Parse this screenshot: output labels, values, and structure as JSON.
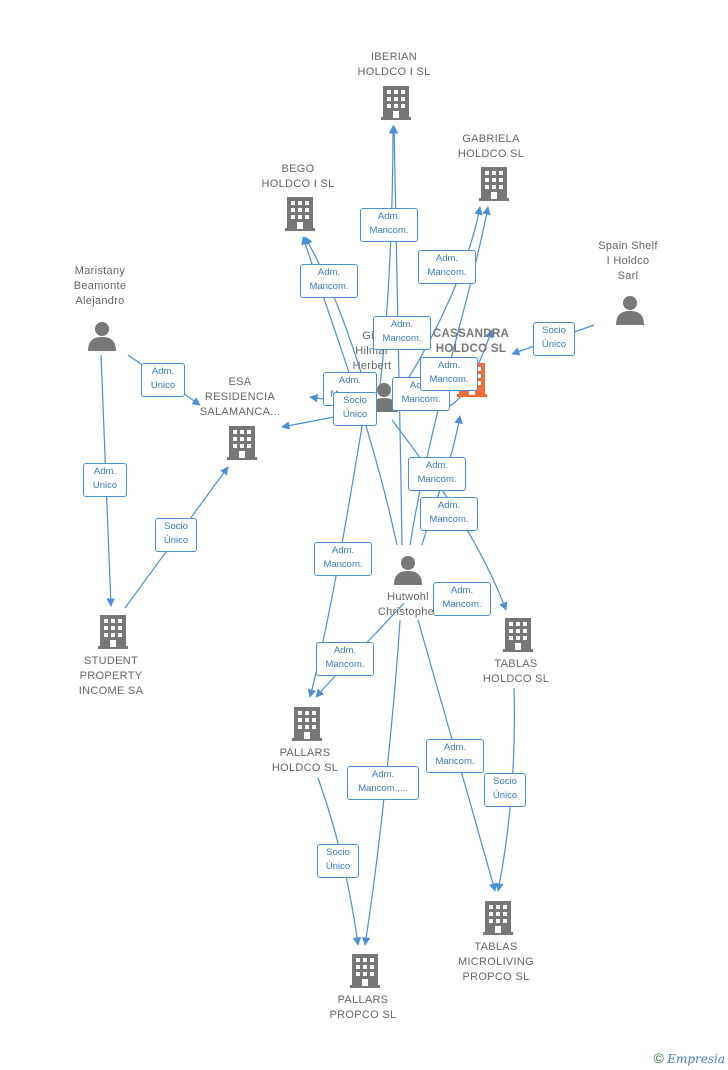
{
  "nodes": {
    "iberian": {
      "label": "IBERIAN\nHOLDCO I  SL",
      "kind": "company"
    },
    "gabriela": {
      "label": "GABRIELA\nHOLDCO  SL",
      "kind": "company"
    },
    "bego": {
      "label": "BEGO\nHOLDCO I  SL",
      "kind": "company"
    },
    "spain_shelf": {
      "label": "Spain Shelf\nI Holdco\nSarl",
      "kind": "person"
    },
    "maristany": {
      "label": "Maristany\nBeamonte\nAlejandro",
      "kind": "person"
    },
    "girr": {
      "label": "Girr\nHilmar\nHerbert",
      "kind": "person"
    },
    "cassandra": {
      "label": "CASSANDRA\nHOLDCO  SL",
      "kind": "main"
    },
    "esa": {
      "label": "ESA\nRESIDENCIA\nSALAMANCA...",
      "kind": "company"
    },
    "hutwohl": {
      "label": "Hutwohl\nChristopher",
      "kind": "person"
    },
    "student": {
      "label": "STUDENT\nPROPERTY\nINCOME SA",
      "kind": "company"
    },
    "tablas_holdco": {
      "label": "TABLAS\nHOLDCO  SL",
      "kind": "company"
    },
    "pallars_holdco": {
      "label": "PALLARS\nHOLDCO  SL",
      "kind": "company"
    },
    "tablas_micro": {
      "label": "TABLAS\nMICROLIVING\nPROPCO  SL",
      "kind": "company"
    },
    "pallars_propco": {
      "label": "PALLARS\nPROPCO  SL",
      "kind": "company"
    }
  },
  "edge_labels": [
    "Adm.\nMancom.",
    "Adm.\nMancom.",
    "Adm.\nMancom.",
    "Adm.\nMancom.",
    "Socio\nÚnico",
    "Adm.\nUnico",
    "Adm.\nMancom.",
    "Adm.\nMancom.",
    "Socio\nÚnico",
    "Adm.\nMancom.",
    "Adm.\nUnico",
    "Adm.\nMancom.",
    "Adm.\nMancom.",
    "Socio\nÚnico",
    "Adm.\nMancom.",
    "Adm.\nMancom.",
    "Adm.\nMancom.",
    "Adm.\nMancom.",
    "Adm.\nMancom.,...",
    "Socio\nÚnico",
    "Socio\nÚnico"
  ],
  "footer": {
    "copyright": "©",
    "brand": "Empresia"
  },
  "colors": {
    "edge": "#4a90d9",
    "icon": "#777777",
    "main_icon": "#f26b3a"
  }
}
